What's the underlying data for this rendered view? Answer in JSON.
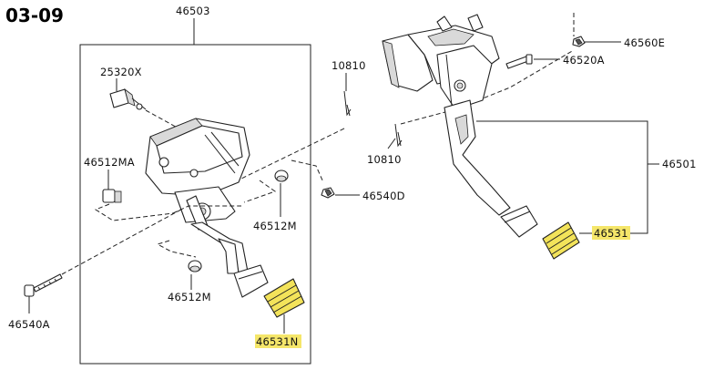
{
  "diagram": {
    "page_code": "03-09",
    "labels": {
      "p46503": "46503",
      "p25320x": "25320X",
      "p10810_top": "10810",
      "p10810_bottom": "10810",
      "p46560e": "46560E",
      "p46520a": "46520A",
      "p46501": "46501",
      "p46512ma": "46512MA",
      "p46512m_right": "46512M",
      "p46512m_bottom": "46512M",
      "p46540d": "46540D",
      "p46531": "46531",
      "p46531n": "46531N",
      "p46540a": "46540A"
    },
    "highlighted_parts": [
      "46531",
      "46531N"
    ],
    "colors": {
      "highlight": "#f5e66a",
      "line": "#222222",
      "background": "#ffffff"
    }
  }
}
